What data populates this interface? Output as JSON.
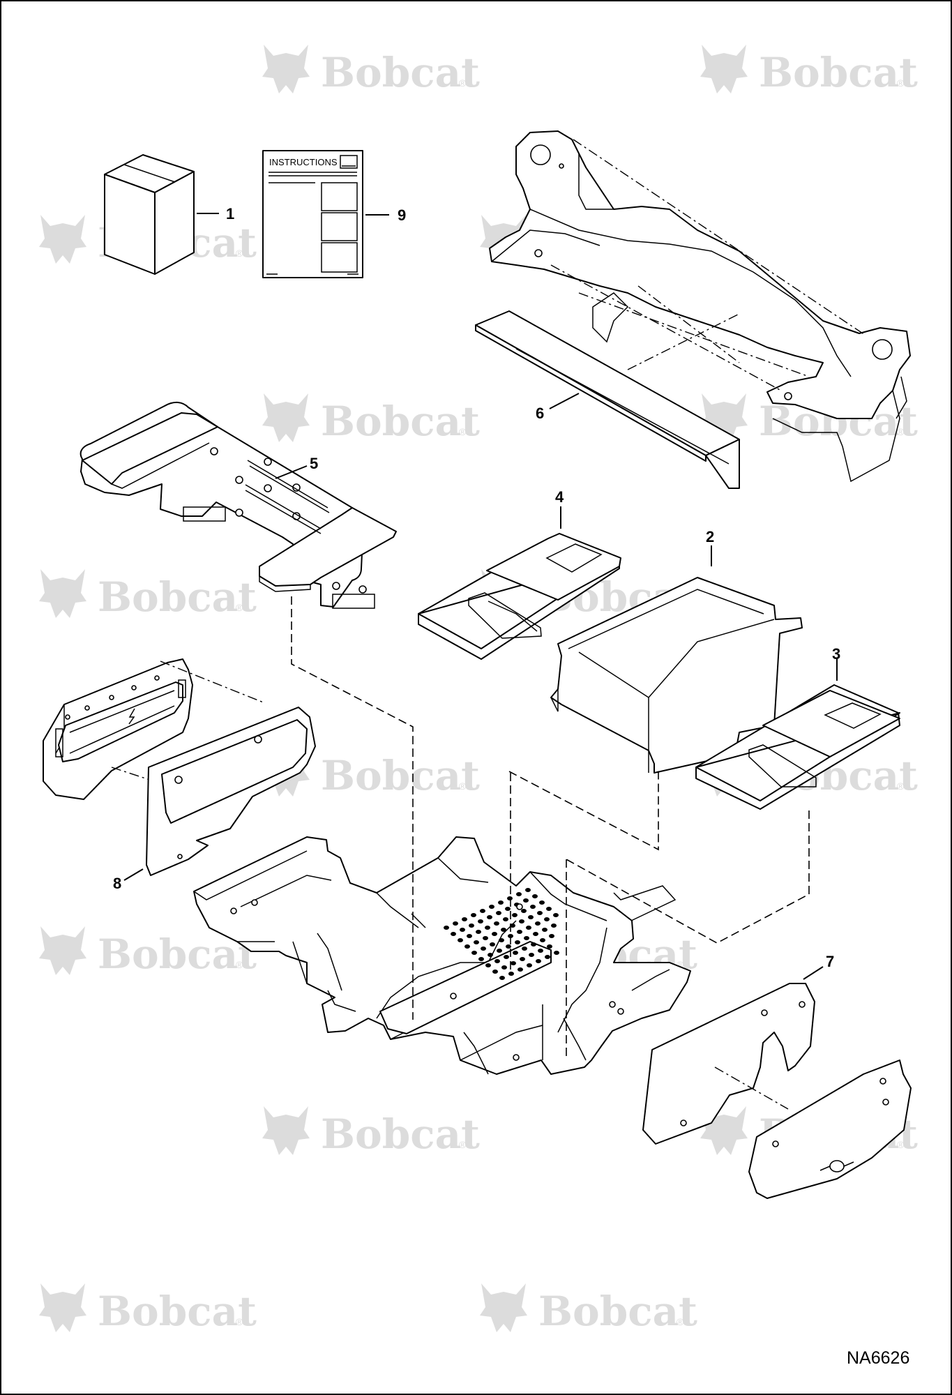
{
  "watermark": {
    "brand": "Bobcat",
    "registered_mark": "®",
    "logo_icon": "bobcat-head-logo",
    "color": "#dcdcdc"
  },
  "instruction_sheet": {
    "title": "INSTRUCTIONS"
  },
  "callouts": [
    "1",
    "9",
    "6",
    "5",
    "4",
    "2",
    "3",
    "8",
    "7"
  ],
  "drawing_code": "NA6626",
  "colors": {
    "line": "#000000",
    "background": "#ffffff",
    "watermark": "#dcdcdc"
  }
}
